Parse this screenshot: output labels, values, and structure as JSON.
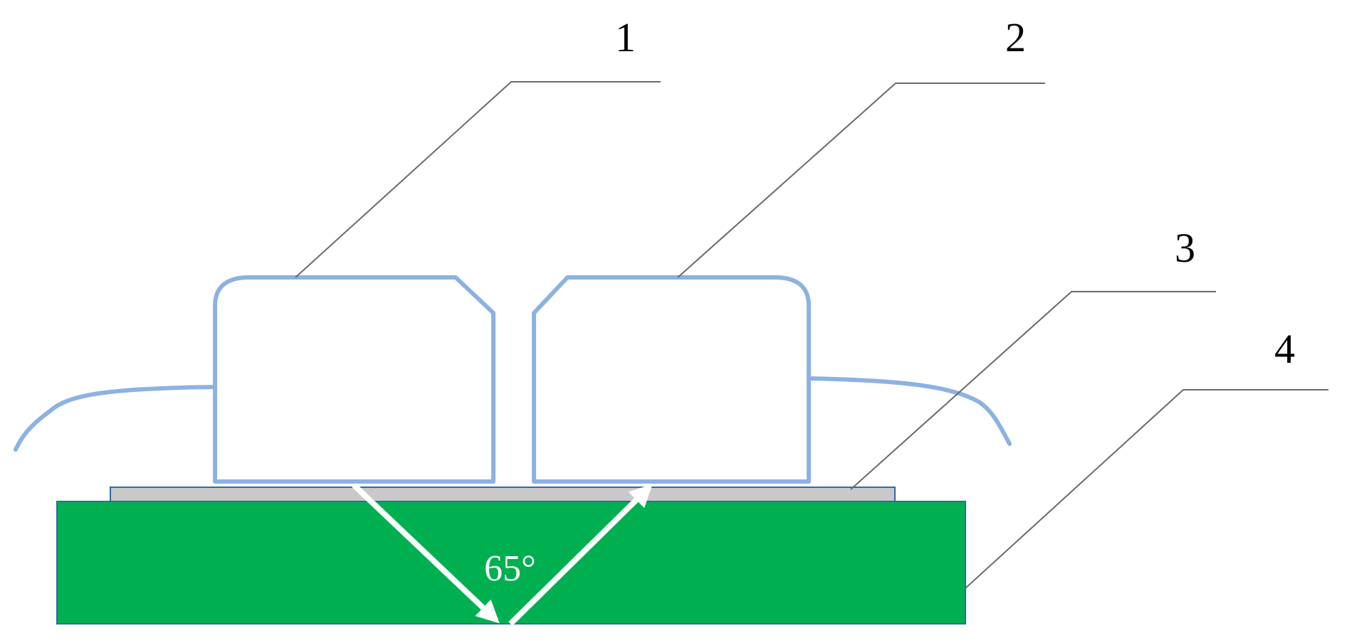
{
  "labels": {
    "probe_left": "1",
    "probe_right": "2",
    "layer": "3",
    "substrate": "4",
    "angle": "65°"
  },
  "colors": {
    "probe_outline": "#8db1e2",
    "layer_fill": "#c9c9c9",
    "layer_stroke": "#2e6aa8",
    "substrate_fill": "#00b050",
    "substrate_stroke": "#2e6aa8",
    "beam": "#ffffff",
    "leader": "#6a6a6a",
    "text": "#000000"
  }
}
